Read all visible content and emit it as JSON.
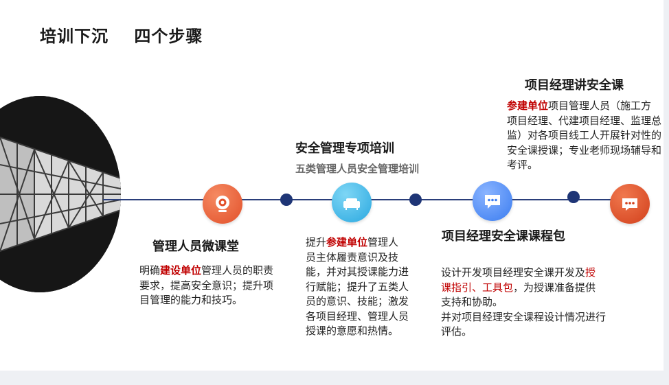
{
  "title": "培训下沉    四个步骤",
  "colors": {
    "accent_red": "#c00000",
    "timeline": "#2a3e7a",
    "icon_orange": "#e2502a",
    "icon_cyan": "#2aa8e0",
    "icon_blue": "#3a7cf0",
    "icon_red": "#d2401c"
  },
  "steps": [
    {
      "heading": "管理人员微课堂",
      "icon": "webcam-icon",
      "text_pre": "明确",
      "text_hl": "建设单位",
      "text_post": "管理人员的职责要求，提高安全意识；提升项目管理的能力和技巧。"
    },
    {
      "heading": "安全管理专项培训",
      "subheading": "五类管理人员安全管理培训",
      "icon": "sofa-icon",
      "text_pre": "提升",
      "text_hl": "参建单位",
      "text_post": "管理人员主体履责意识及技能，并对其授课能力进行赋能；提升了五类人员的意识、技能；激发各项目经理、管理人员授课的意愿和热情。"
    },
    {
      "heading": "项目经理安全课课程包",
      "icon": "chat-icon",
      "text_pre": "设计开发项目经理安全课开发及",
      "text_hl": "授课指引、工具包",
      "text_post": "，为授课准备提供支持和协助。",
      "text_line2": "并对项目经理安全课程设计情况进行评估。"
    },
    {
      "heading": "项目经理讲安全课",
      "icon": "message-icon",
      "text_hl": "参建单位",
      "text_post": "项目管理人员（施工方项目经理、代建项目经理、监理总监）对各项目线工人开展针对性的安全课授课；专业老师现场辅导和考评。"
    }
  ]
}
